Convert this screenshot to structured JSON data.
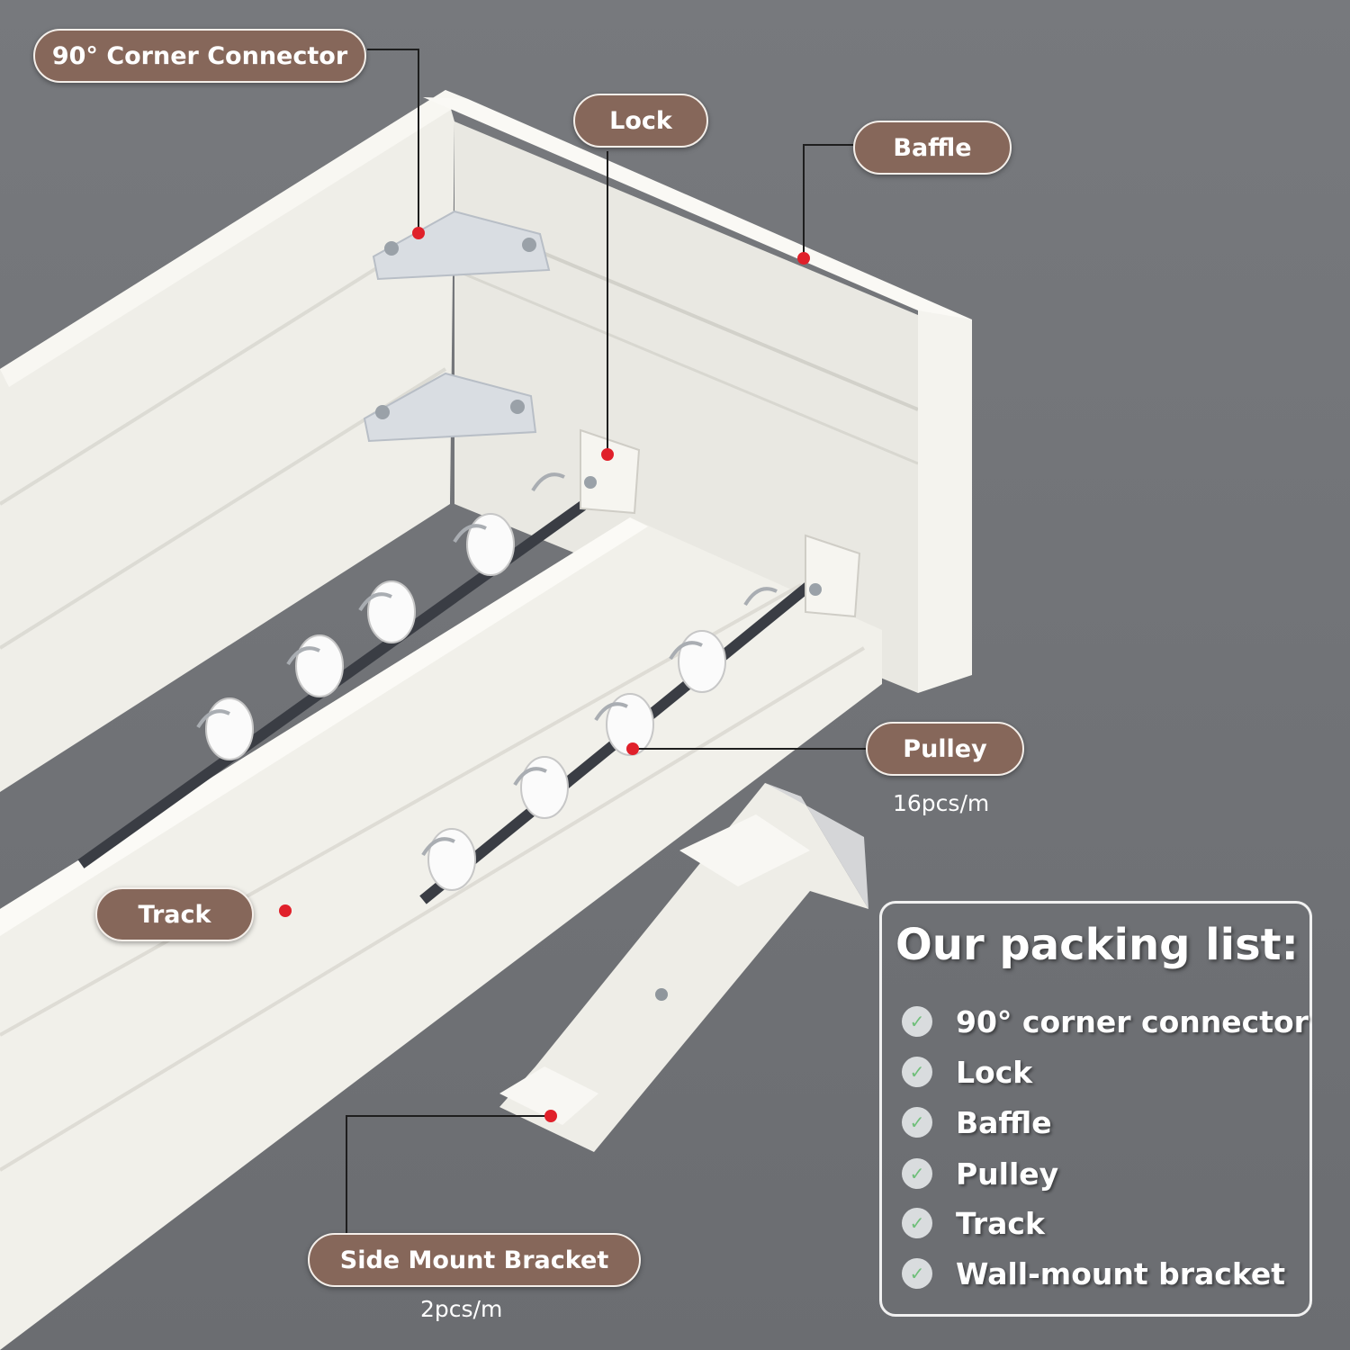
{
  "labels": {
    "corner_connector": "90° Corner Connector",
    "lock": "Lock",
    "baffle": "Baffle",
    "pulley": "Pulley",
    "pulley_qty": "16pcs/m",
    "track": "Track",
    "side_mount_bracket": "Side Mount Bracket",
    "bracket_qty": "2pcs/m"
  },
  "packing_list": {
    "title": "Our packing list:",
    "items": [
      "90° corner connector",
      "Lock",
      "Baffle",
      "Pulley",
      "Track",
      "Wall-mount bracket"
    ]
  },
  "colors": {
    "background": "#6f7175",
    "label_pill": "#86675a",
    "marker_dot": "#e0202a",
    "check": "#6fbf7a",
    "product": "#f3f2ec"
  },
  "icons": {
    "check": "check-circle-icon"
  }
}
